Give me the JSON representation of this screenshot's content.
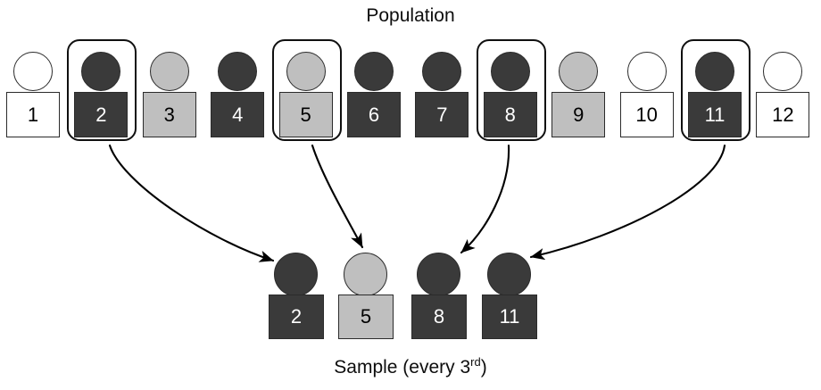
{
  "population": {
    "title": "Population",
    "items": [
      {
        "label": "1",
        "shade": "white",
        "selected": false
      },
      {
        "label": "2",
        "shade": "dark",
        "selected": true
      },
      {
        "label": "3",
        "shade": "light",
        "selected": false
      },
      {
        "label": "4",
        "shade": "dark",
        "selected": false
      },
      {
        "label": "5",
        "shade": "light",
        "selected": true
      },
      {
        "label": "6",
        "shade": "dark",
        "selected": false
      },
      {
        "label": "7",
        "shade": "dark",
        "selected": false
      },
      {
        "label": "8",
        "shade": "dark",
        "selected": true
      },
      {
        "label": "9",
        "shade": "light",
        "selected": false
      },
      {
        "label": "10",
        "shade": "white",
        "selected": false
      },
      {
        "label": "11",
        "shade": "dark",
        "selected": true
      },
      {
        "label": "12",
        "shade": "white",
        "selected": false
      }
    ]
  },
  "sample": {
    "title_main": "Sample (every 3",
    "title_sup": "rd",
    "title_end": ")",
    "items": [
      {
        "label": "2",
        "shade": "dark"
      },
      {
        "label": "5",
        "shade": "light"
      },
      {
        "label": "8",
        "shade": "dark"
      },
      {
        "label": "11",
        "shade": "dark"
      }
    ]
  },
  "arrows": [
    {
      "name": "arrow-2-to-sample-1",
      "from": "2",
      "to": "2"
    },
    {
      "name": "arrow-5-to-sample-2",
      "from": "5",
      "to": "5"
    },
    {
      "name": "arrow-8-to-sample-3",
      "from": "8",
      "to": "8"
    },
    {
      "name": "arrow-11-to-sample-4",
      "from": "11",
      "to": "11"
    }
  ],
  "colors": {
    "dark": "#3a3a3a",
    "light": "#bfbfbf",
    "white": "#ffffff",
    "outline": "#2b2b2b",
    "highlight": "#101010",
    "text": "#0d0d0d"
  }
}
